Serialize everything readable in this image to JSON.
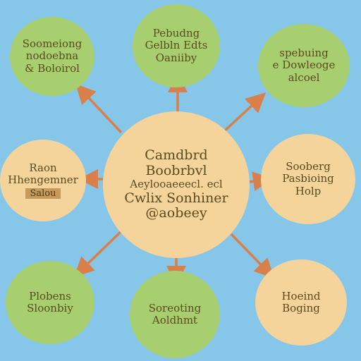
{
  "colors": {
    "background": "#86c6e8",
    "green_node": "#a8cf6f",
    "peach_node": "#f5d49c",
    "text": "#5a4a1c",
    "arrow": "#d9804a",
    "label_box": "#c69a5c"
  },
  "center": {
    "lines": [
      "Camdbrd",
      "Boobrbvl",
      "Aeylooaeeecl. ecl",
      "Cwlix Sonhiner",
      "@aobeey"
    ]
  },
  "nodes": [
    {
      "id": "top-left",
      "lines": [
        "Soomeiong",
        "nodoebna",
        "& Boloirol"
      ]
    },
    {
      "id": "top",
      "lines": [
        "Pebudng",
        "Gelbln Edts",
        "Oaniiby"
      ]
    },
    {
      "id": "top-right",
      "lines": [
        "spebuing",
        "e Dowleoge",
        "alcoel"
      ]
    },
    {
      "id": "left",
      "lines": [
        "Raon",
        "Hhengemner"
      ],
      "box": "Salou"
    },
    {
      "id": "right",
      "lines": [
        "Sooberg",
        "Pasbioing",
        "Holp"
      ]
    },
    {
      "id": "bottom-left",
      "lines": [
        "Plobens",
        "Sloonbiy"
      ]
    },
    {
      "id": "bottom",
      "lines": [
        "Soreoting",
        "Aoldhmt"
      ]
    },
    {
      "id": "bottom-right",
      "lines": [
        "Hoeind",
        "Boging"
      ]
    }
  ]
}
